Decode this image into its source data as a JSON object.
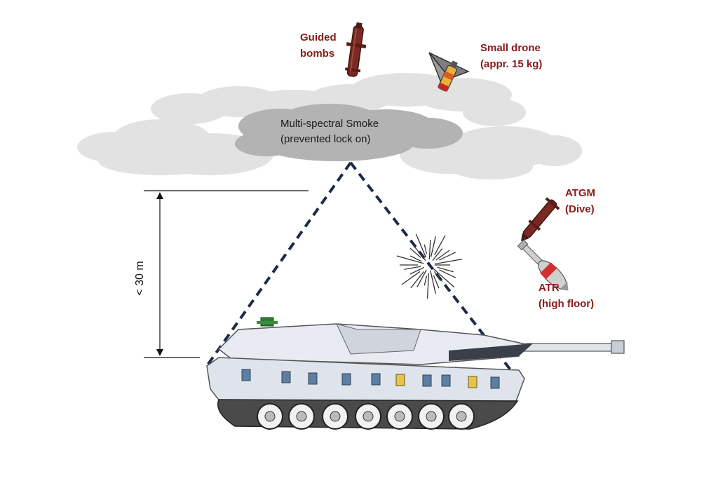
{
  "smoke": {
    "line1": "Multi-spectral Smoke",
    "line2": "(prevented lock on)"
  },
  "threats": {
    "guided_bombs": {
      "line1": "Guided",
      "line2": "bombs"
    },
    "small_drone": {
      "line1": "Small drone",
      "line2": "(appr. 15 kg)"
    },
    "atgm": {
      "line1": "ATGM",
      "line2": "(Dive)"
    },
    "atr": {
      "line1": "ATR",
      "line2": "(high floor)"
    }
  },
  "height": {
    "label": "< 30 m"
  },
  "colors": {
    "threat_text": "#8b1a1a",
    "cone": "#1b2a4a",
    "cloud_light": "#e2e2e2",
    "cloud_dark": "#b3b3b3"
  }
}
